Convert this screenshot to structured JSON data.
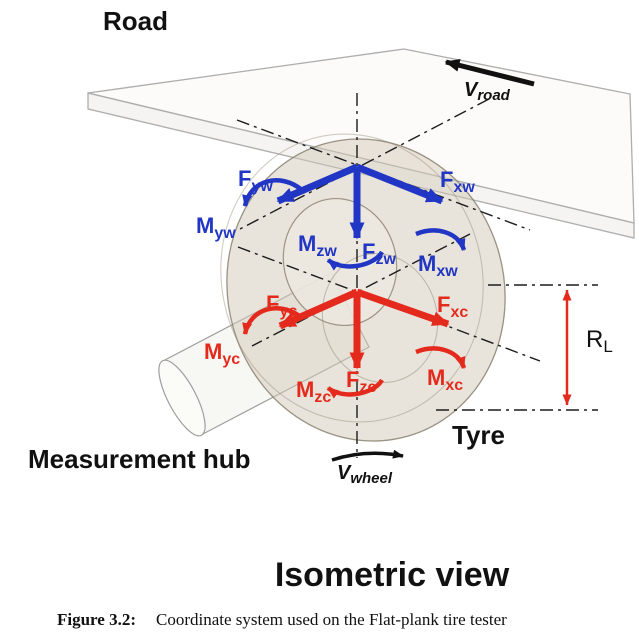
{
  "diagram": {
    "title": "Isometric view",
    "road_label": "Road",
    "tyre_label": "Tyre",
    "hub_label": "Measurement hub",
    "v_road": {
      "main": "V",
      "sub": "road"
    },
    "v_wheel": {
      "main": "V",
      "sub": "wheel"
    },
    "loaded_radius": {
      "main": "R",
      "sub": "L"
    },
    "wheel_system": {
      "color": "#2136c4",
      "fyw": {
        "main": "F",
        "sub": "yw"
      },
      "fxw": {
        "main": "F",
        "sub": "xw"
      },
      "fzw": {
        "main": "F",
        "sub": "zw"
      },
      "myw": {
        "main": "M",
        "sub": "yw"
      },
      "mzw": {
        "main": "M",
        "sub": "zw"
      },
      "mxw": {
        "main": "M",
        "sub": "xw"
      }
    },
    "contact_system": {
      "color": "#e42a1d",
      "fyc": {
        "main": "F",
        "sub": "yc"
      },
      "fxc": {
        "main": "F",
        "sub": "xc"
      },
      "fzc": {
        "main": "F",
        "sub": "zc"
      },
      "myc": {
        "main": "M",
        "sub": "yc"
      },
      "mzc": {
        "main": "M",
        "sub": "zc"
      },
      "mxc": {
        "main": "M",
        "sub": "xc"
      }
    }
  },
  "caption": {
    "label": "Figure 3.2:",
    "text": "Coordinate system used on the Flat-plank tire tester"
  }
}
